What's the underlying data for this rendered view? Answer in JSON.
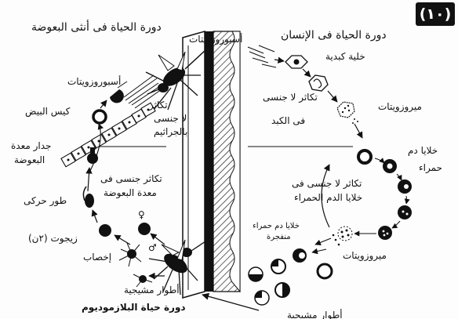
{
  "figure": {
    "number": "(١٠)",
    "title_human": "دورة الحياة فى الإنسان",
    "title_mosquito": "دورة الحياة فى أنثى البعوضة",
    "caption": "دورة حياة البلازموديوم"
  },
  "labels": {
    "sporozoites_top": "أسبوروزويتات",
    "sporozoites_left": "أسبوروزويتات",
    "liver_cell": "خلية كبدية",
    "asexual_liver_l1": "تكاثر لا جنسى",
    "asexual_liver_l2": "فى الكبد",
    "merozoites_top": "ميروزويتات",
    "red_cells_l1": "خلايا دم",
    "red_cells_l2": "حمراء",
    "asexual_blood_l1": "تكاثر لا جنسى فى",
    "asexual_blood_l2": "خلايا الدم الحمراء",
    "ruptured_l1": "خلايا دم حمراء",
    "ruptured_l2": "منفجرة",
    "merozoites_bottom": "ميروزويتات",
    "gametocytes_cut": "أطوار مشيجية",
    "asexual_bacteria_l1": "تكاثر",
    "asexual_bacteria_l2": "لا جنسى",
    "asexual_bacteria_l3": "بالجراثيم",
    "egg_sac": "كيس البيض",
    "gut_wall_l1": "جدار معدة",
    "gut_wall_l2": "البعوضة",
    "sexual_l1": "تكاثر جنسى فى",
    "sexual_l2": "معدة البعوضة",
    "motile_stage": "طور حركى",
    "female_symbol": "♀",
    "male_symbol": "♂",
    "zygote": "زيجوت (٢ن)",
    "fertilization": "إخصاب",
    "gametocytes": "أطوار مشيجية"
  }
}
